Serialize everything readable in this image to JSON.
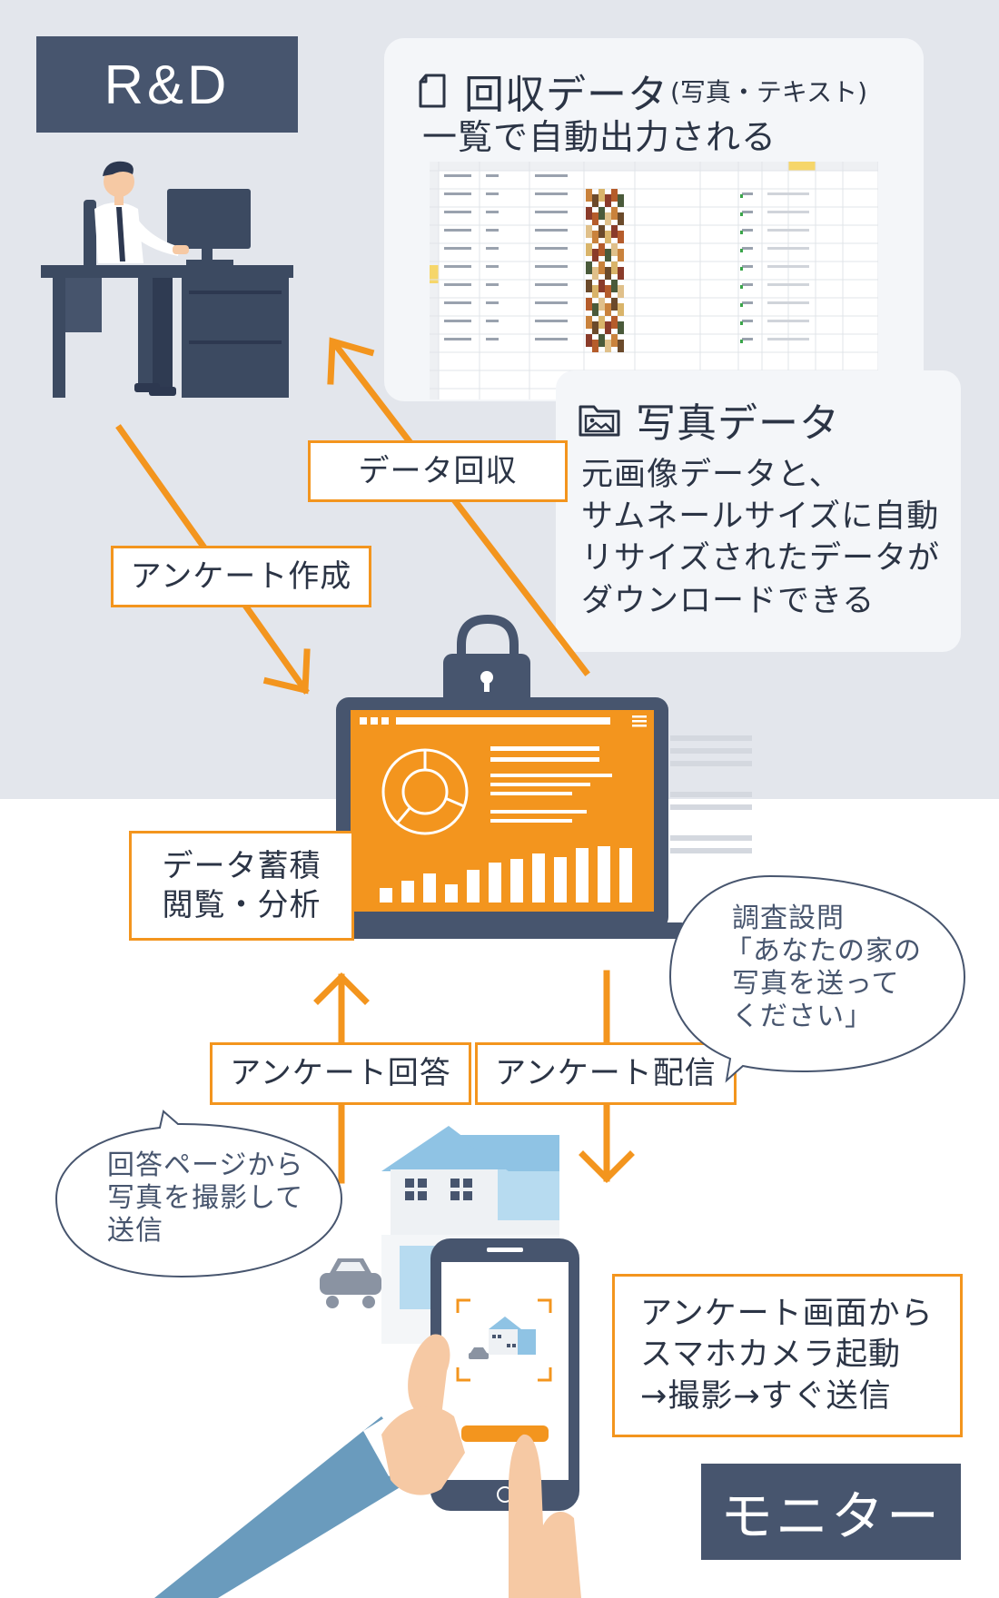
{
  "rd_label": "R&D",
  "monitor_label": "モニター",
  "collected_card": {
    "title_main": "回収データ",
    "title_sub": "(写真・テキスト)",
    "subtitle": "一覧で自動出力される"
  },
  "photo_card": {
    "title": "写真データ",
    "body_lines": [
      "元画像データと、",
      "サムネールサイズに自動",
      "リサイズされたデータが",
      "ダウンロードできる"
    ]
  },
  "flow_labels": {
    "data_collect": "データ回収",
    "survey_create": "アンケート作成",
    "data_store_1": "データ蓄積",
    "data_store_2": "閲覧・分析",
    "survey_answer": "アンケート回答",
    "survey_deliver": "アンケート配信"
  },
  "bubbles": {
    "question_lines": [
      "調査設問",
      "「あなたの家の",
      "写真を送って",
      "ください」"
    ],
    "answer_lines": [
      "回答ページから",
      "写真を撮影して",
      "送信"
    ]
  },
  "phone_note_lines": [
    "アンケート画面から",
    "スマホカメラ起動",
    "→撮影→すぐ送信"
  ],
  "colors": {
    "accent": "#f3951e",
    "navy": "#47556e",
    "top_background": "#e3e6ec",
    "text": "#2b3445"
  }
}
